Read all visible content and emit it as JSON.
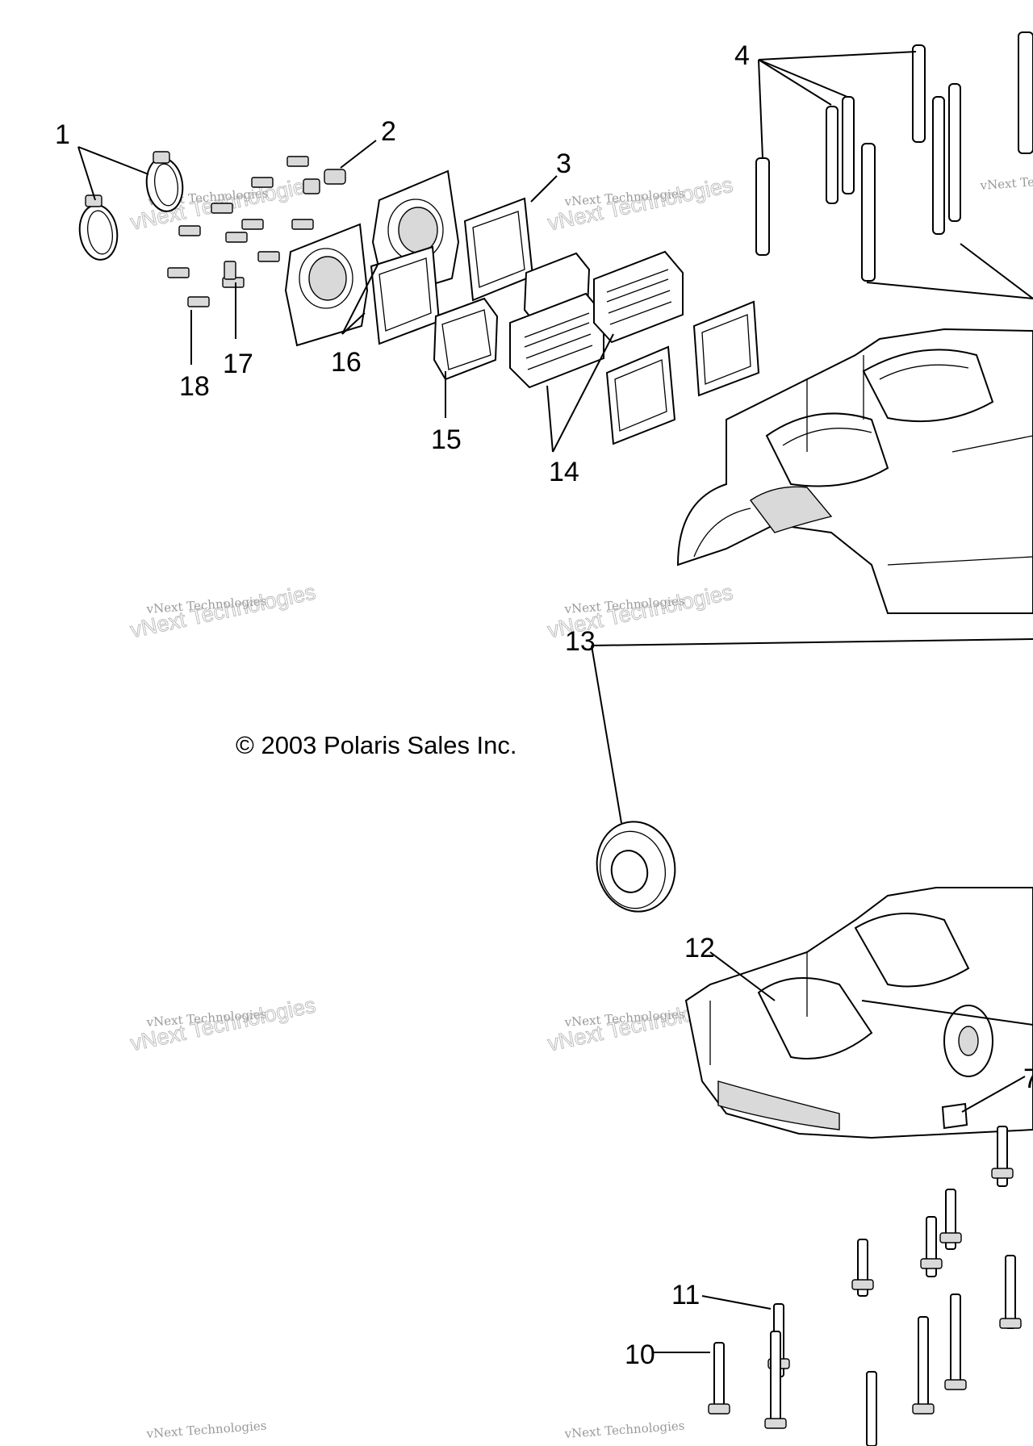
{
  "copyright": "© 2003 Polaris Sales Inc.",
  "watermark": {
    "line1": "vNext Technologies",
    "line2": "vNext Technologies"
  },
  "callouts": [
    "1",
    "2",
    "3",
    "4",
    "18",
    "17",
    "16",
    "15",
    "14",
    "13",
    "12",
    "7",
    "11",
    "10"
  ],
  "colors": {
    "ink": "#000000",
    "watermark": "#aaaaaa",
    "background": "#ffffff"
  }
}
